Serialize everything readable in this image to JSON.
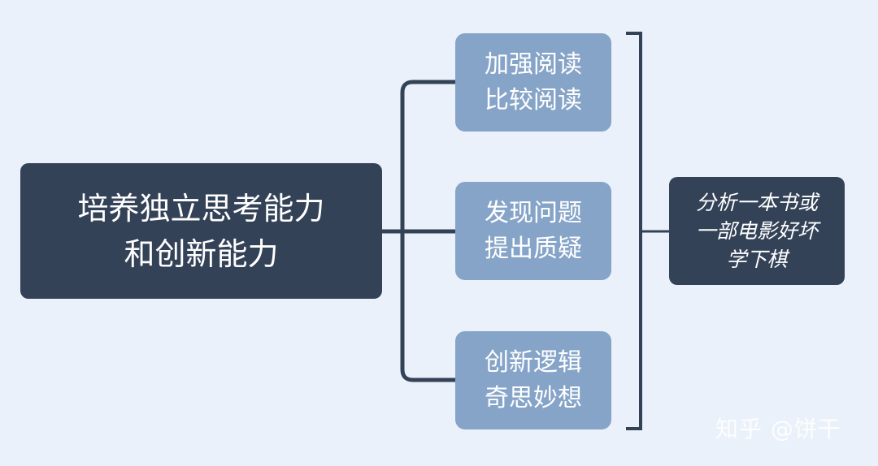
{
  "root": {
    "lines": [
      "培养独立思考能力",
      "和创新能力"
    ]
  },
  "branches": [
    {
      "lines": [
        "加强阅读",
        "比较阅读"
      ]
    },
    {
      "lines": [
        "发现问题",
        "提出质疑"
      ]
    },
    {
      "lines": [
        "创新逻辑",
        "奇思妙想"
      ]
    }
  ],
  "summary": {
    "lines": [
      "分析一本书或",
      "一部电影好坏",
      "学下棋"
    ]
  },
  "watermark": {
    "text": "知乎 @饼干"
  },
  "colors": {
    "background": "#eaf1fa",
    "dark_node": "#344258",
    "branch_node": "#86a4c8",
    "connector": "#344258",
    "text": "#ffffff"
  }
}
